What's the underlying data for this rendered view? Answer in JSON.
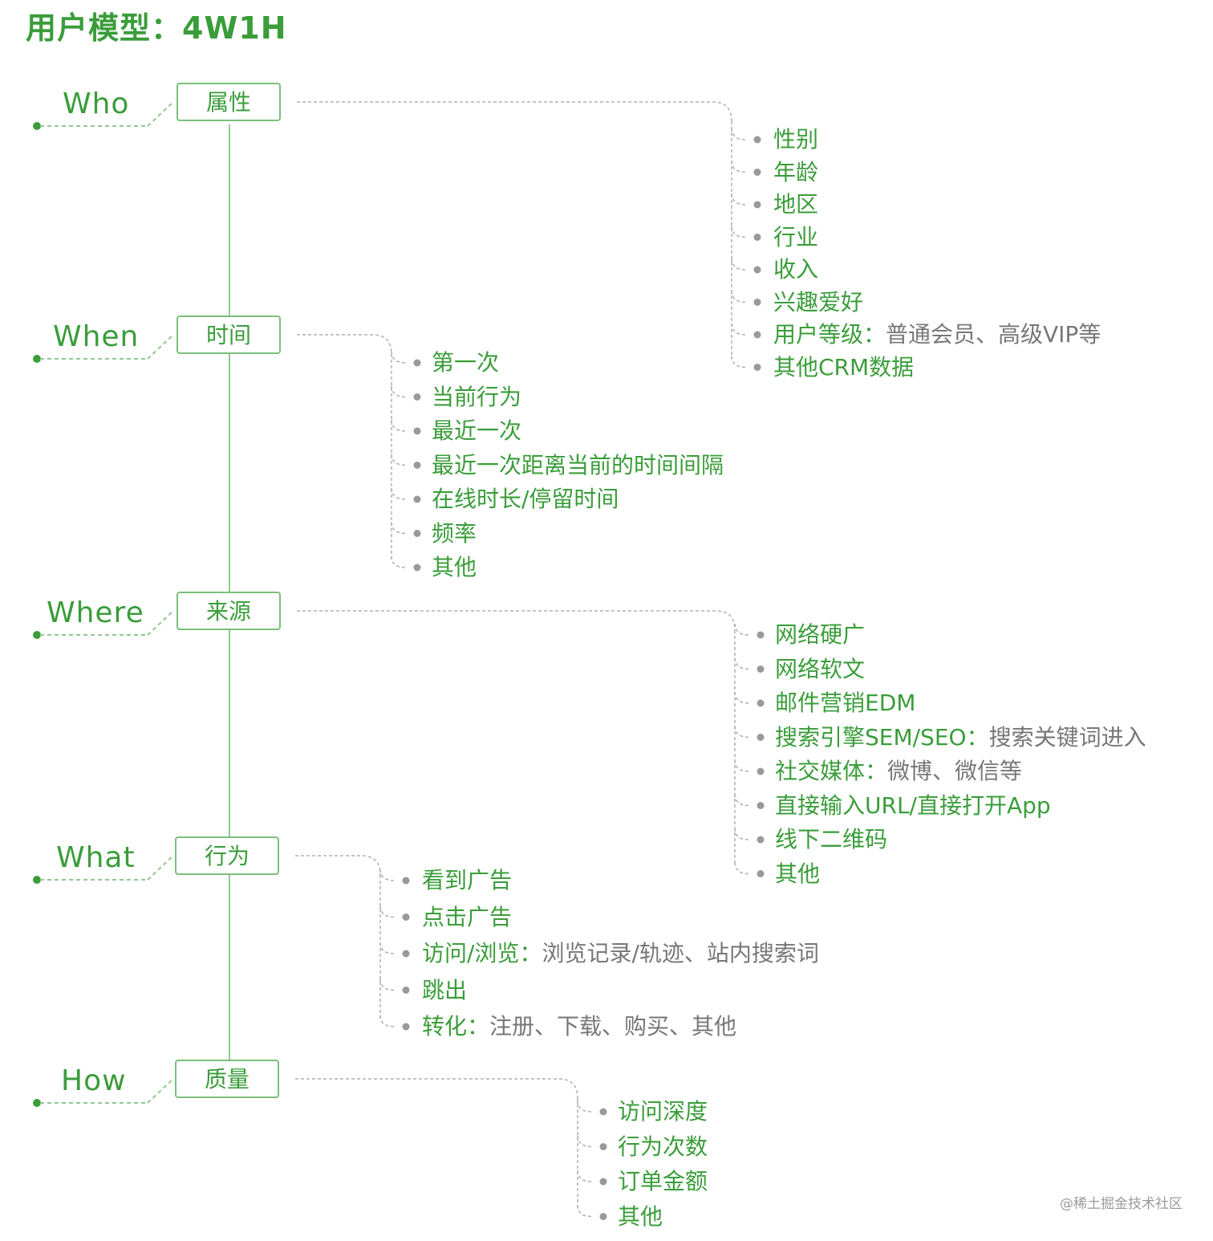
{
  "title": "用户模型：4W1H",
  "watermark": "@稀土掘金技术社区",
  "colors": {
    "green": "#3a9d3a",
    "gray": "#777777",
    "line": "#8fc98f"
  },
  "sections": [
    {
      "name": "Who",
      "box": "属性",
      "items": [
        {
          "main": "性别",
          "detail": ""
        },
        {
          "main": "年龄",
          "detail": ""
        },
        {
          "main": "地区",
          "detail": ""
        },
        {
          "main": "行业",
          "detail": ""
        },
        {
          "main": "收入",
          "detail": ""
        },
        {
          "main": "兴趣爱好",
          "detail": ""
        },
        {
          "main": "用户等级：",
          "detail": "普通会员、高级VIP等"
        },
        {
          "main": "其他CRM数据",
          "detail": ""
        }
      ]
    },
    {
      "name": "When",
      "box": "时间",
      "items": [
        {
          "main": "第一次",
          "detail": ""
        },
        {
          "main": "当前行为",
          "detail": ""
        },
        {
          "main": "最近一次",
          "detail": ""
        },
        {
          "main": "最近一次距离当前的时间间隔",
          "detail": ""
        },
        {
          "main": "在线时长/停留时间",
          "detail": ""
        },
        {
          "main": "频率",
          "detail": ""
        },
        {
          "main": "其他",
          "detail": ""
        }
      ]
    },
    {
      "name": "Where",
      "box": "来源",
      "items": [
        {
          "main": "网络硬广",
          "detail": ""
        },
        {
          "main": "网络软文",
          "detail": ""
        },
        {
          "main": "邮件营销EDM",
          "detail": ""
        },
        {
          "main": "搜索引擎SEM/SEO：",
          "detail": "搜索关键词进入"
        },
        {
          "main": "社交媒体：",
          "detail": "微博、微信等"
        },
        {
          "main": "直接输入URL/直接打开App",
          "detail": ""
        },
        {
          "main": "线下二维码",
          "detail": ""
        },
        {
          "main": "其他",
          "detail": ""
        }
      ]
    },
    {
      "name": "What",
      "box": "行为",
      "items": [
        {
          "main": "看到广告",
          "detail": ""
        },
        {
          "main": "点击广告",
          "detail": ""
        },
        {
          "main": "访问/浏览：",
          "detail": "浏览记录/轨迹、站内搜索词"
        },
        {
          "main": "跳出",
          "detail": ""
        },
        {
          "main": "转化：",
          "detail": "注册、下载、购买、其他"
        }
      ]
    },
    {
      "name": "How",
      "box": "质量",
      "items": [
        {
          "main": "访问深度",
          "detail": ""
        },
        {
          "main": "行为次数",
          "detail": ""
        },
        {
          "main": "订单金额",
          "detail": ""
        },
        {
          "main": "其他",
          "detail": ""
        }
      ]
    }
  ]
}
